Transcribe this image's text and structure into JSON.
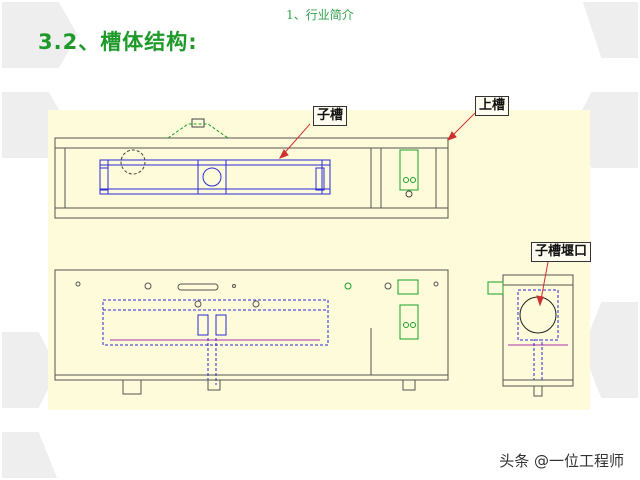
{
  "header": {
    "text": "1、行业简介"
  },
  "slide": {
    "title": "3.2、槽体结构:"
  },
  "drawing": {
    "labels": {
      "sub_tank": "子槽",
      "upper_tank": "上槽",
      "sub_tank_weir": "子槽堰口"
    }
  },
  "footer": {
    "watermark": "头条 @一位工程师"
  },
  "colors": {
    "title_green": "#1f9a2a",
    "drawing_bg": "#fdfbd9",
    "line_blue": "#2b2bd8",
    "line_green": "#1aa02a",
    "line_purple": "#b030b0"
  }
}
